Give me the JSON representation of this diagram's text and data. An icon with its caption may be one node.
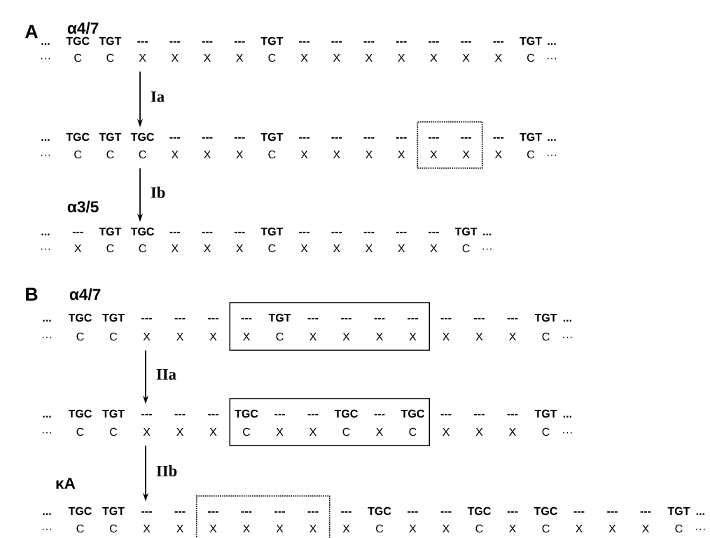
{
  "diagram": {
    "nodes": [
      {
        "text": [
          "...",
          "TGC",
          "TGT",
          "---",
          "---",
          "---",
          "---",
          "TGT",
          "---",
          "---",
          "---",
          "---",
          "---",
          "---",
          "---",
          "TGT",
          "...",
          "···",
          "C",
          "C",
          "X",
          "X",
          "X",
          "X",
          "C",
          "X",
          "X",
          "X",
          "X",
          "X",
          "X",
          "X",
          "C",
          "···"
        ],
        "beside": [
          "α4/7"
        ]
      },
      {
        "text": [
          "...",
          "TGC",
          "TGT",
          "TGC",
          "---",
          "---",
          "---",
          "TGT",
          "---",
          "---",
          "---",
          "---",
          "---",
          "TGT",
          "...",
          "···",
          "C",
          "C",
          "C",
          "X",
          "X",
          "X",
          "C",
          "X",
          "X",
          "X",
          "X",
          "X",
          "C",
          "···"
        ]
      },
      {
        "text": [
          "---",
          "---",
          "X",
          "X"
        ]
      },
      {
        "text": [
          "...",
          "---",
          "TGT",
          "TGC",
          "---",
          "---",
          "---",
          "TGT",
          "---",
          "---",
          "---",
          "---",
          "---",
          "TGT",
          "...",
          "···",
          "X",
          "C",
          "C",
          "X",
          "X",
          "X",
          "C",
          "X",
          "X",
          "X",
          "X",
          "X",
          "C",
          "···"
        ],
        "beside": [
          "α3/5"
        ]
      },
      {
        "text": [
          "...",
          "TGC",
          "TGT",
          "---",
          "---",
          "---",
          "---",
          "---",
          "---",
          "TGT",
          "...",
          "···",
          "C",
          "C",
          "X",
          "X",
          "X",
          "X",
          "X",
          "X",
          "C",
          "···"
        ],
        "beside": [
          "α4/7"
        ]
      },
      {
        "text": [
          "---",
          "TGT",
          "---",
          "---",
          "---",
          "---",
          "X",
          "C",
          "X",
          "X",
          "X",
          "X"
        ]
      },
      {
        "text": [
          "...",
          "TGC",
          "TGT",
          "---",
          "---",
          "---",
          "---",
          "---",
          "---",
          "TGT",
          "...",
          "···",
          "C",
          "C",
          "X",
          "X",
          "X",
          "X",
          "X",
          "X",
          "C",
          "···"
        ]
      },
      {
        "text": [
          "TGC",
          "---",
          "---",
          "TGC",
          "---",
          "TGC",
          "C",
          "X",
          "X",
          "C",
          "X",
          "C"
        ]
      },
      {
        "text": [
          "...",
          "TGC",
          "TGT",
          "---",
          "---",
          "---",
          "TGC",
          "---",
          "---",
          "TGC",
          "---",
          "TGC",
          "---",
          "---",
          "---",
          "TGT",
          "...",
          "···",
          "C",
          "C",
          "X",
          "X",
          "X",
          "C",
          "X",
          "X",
          "C",
          "X",
          "C",
          "X",
          "X",
          "X",
          "C",
          "···"
        ],
        "beside": [
          "κA"
        ]
      },
      {
        "text": [
          "---",
          "---",
          "---",
          "---",
          "X",
          "X",
          "X",
          "X"
        ]
      }
    ],
    "edges": [
      {
        "from": 0,
        "to": 1,
        "arrow": "to",
        "label": "Ia"
      },
      {
        "from": 1,
        "to": 3,
        "arrow": "to",
        "label": "Ib"
      },
      {
        "from": 4,
        "to": 6,
        "arrow": "to",
        "label": "IIa"
      },
      {
        "from": 6,
        "to": 8,
        "arrow": "to",
        "label": "IIb"
      }
    ],
    "labels": [
      "A",
      "B"
    ]
  }
}
